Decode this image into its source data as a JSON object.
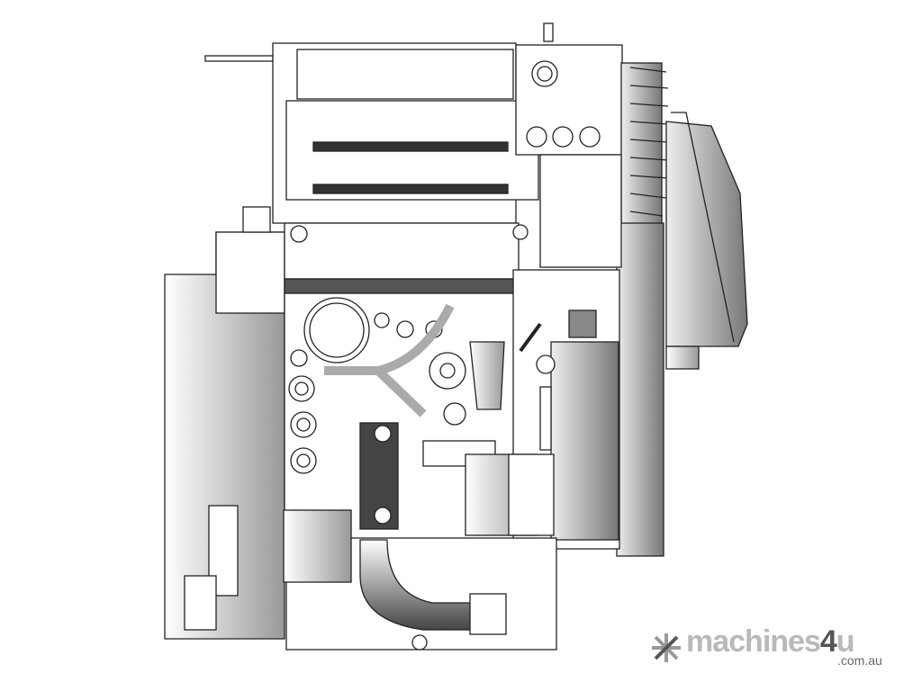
{
  "watermark": {
    "brand_main": "machines",
    "brand_four": "4",
    "brand_u": "u",
    "domain": ".com.au"
  },
  "colors": {
    "line": "#222222",
    "fill": "#ffffff",
    "shade": "#bdbdbd",
    "watermark_light": "#b9b9b9",
    "watermark_dark": "#555555"
  }
}
